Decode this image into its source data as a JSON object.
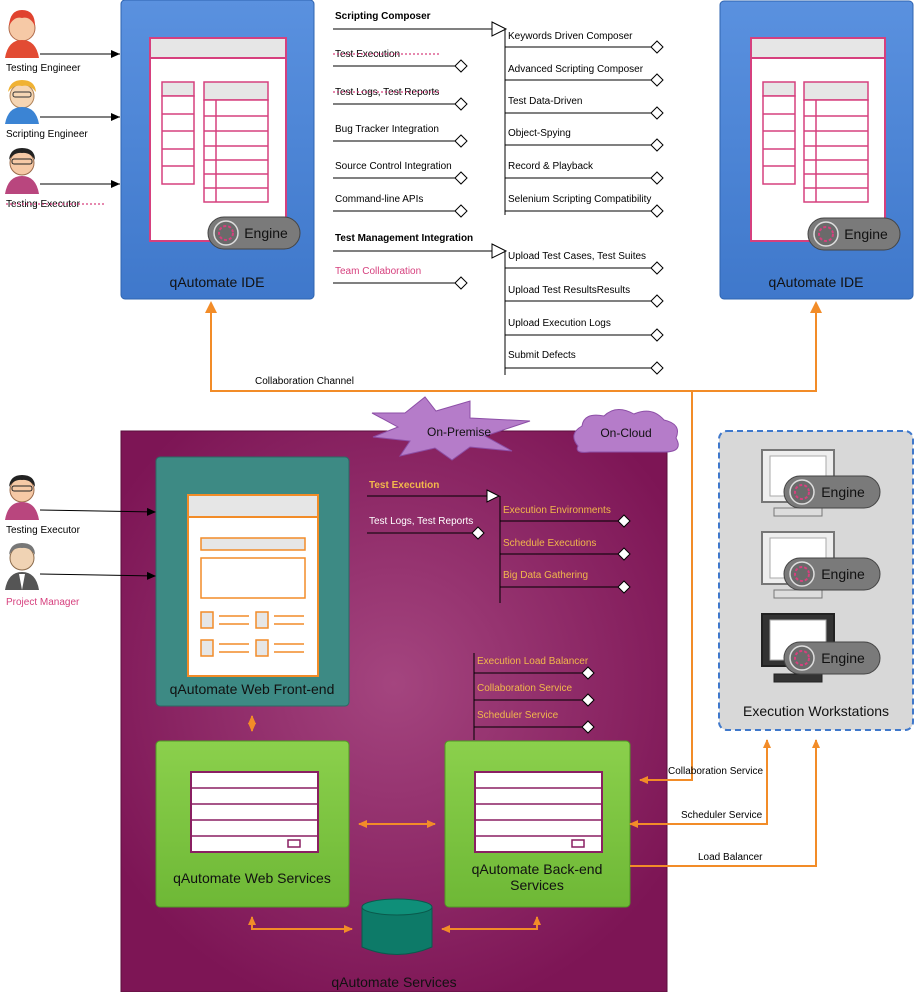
{
  "roles_top": {
    "engineer": "Testing Engineer",
    "scripting": "Scripting Engineer",
    "executor": "Testing Executor"
  },
  "ide": {
    "engine": "Engine",
    "label": "qAutomate IDE"
  },
  "composer": {
    "title": "Scripting Composer",
    "left_items": [
      "Test Execution",
      "Test Logs, Test Reports",
      "Bug Tracker Integration",
      "Source Control Integration",
      "Command-line APIs"
    ],
    "right_items": [
      "Keywords Driven Composer",
      "Advanced Scripting Composer",
      "Test Data-Driven",
      "Object-Spying",
      "Record & Playback",
      "Selenium Scripting Compatibility"
    ]
  },
  "test_mgmt": {
    "title": "Test Management Integration",
    "left_items": [
      "Team Collaboration"
    ],
    "right_items": [
      "Upload Test Cases, Test Suites",
      "Upload Test ResultsResults",
      "Upload Execution Logs",
      "Submit Defects"
    ]
  },
  "channel": {
    "label": "Collaboration Channel"
  },
  "deploy": {
    "premise": "On-Premise",
    "cloud": "On-Cloud"
  },
  "roles_bottom": {
    "executor": "Testing Executor",
    "manager": "Project Manager"
  },
  "frontend": {
    "label": "qAutomate Web Front-end",
    "exec_title": "Test Execution",
    "logs": "Test Logs, Test Reports",
    "right_items": [
      "Execution Environments",
      "Schedule Executions",
      "Big Data Gathering"
    ]
  },
  "backend_items": [
    "Execution Load Balancer",
    "Collaboration Service",
    "Scheduler Service"
  ],
  "web_services": {
    "label": "qAutomate Web Services"
  },
  "backend": {
    "label_line1": "qAutomate Back-end",
    "label_line2": "Services"
  },
  "services_label": "qAutomate Services",
  "workstations": {
    "label": "Execution Workstations",
    "engine": "Engine"
  },
  "links": {
    "collab": "Collaboration Service",
    "scheduler": "Scheduler Service",
    "balancer": "Load Balancer"
  },
  "colors": {
    "ide_blue": "#4f86d6",
    "services_purple": "#8a1f62",
    "frontend_teal": "#3a8a84",
    "services_green": "#7cc540",
    "orange": "#f28c28",
    "pink": "#d6407e"
  }
}
